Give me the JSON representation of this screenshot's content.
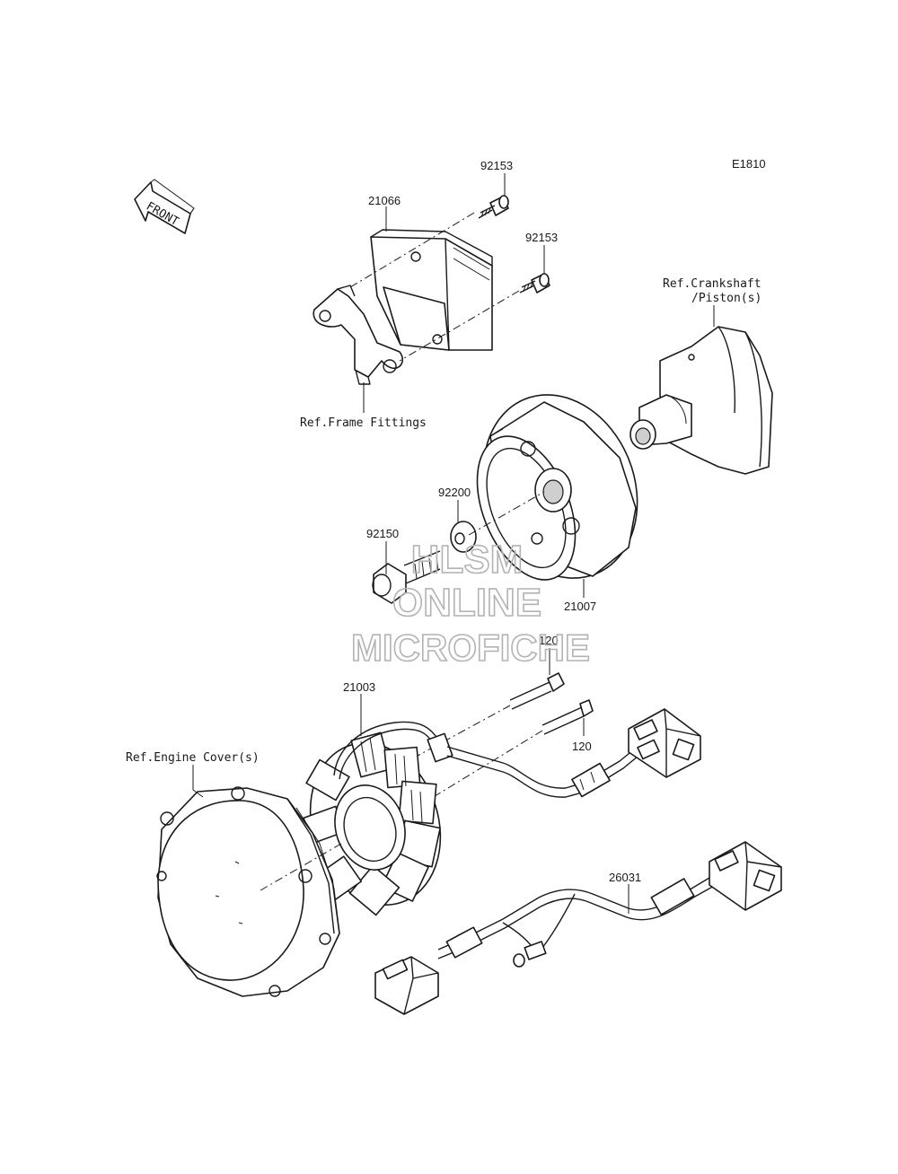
{
  "diagram": {
    "code": "E1810",
    "direction_indicator": "FRONT",
    "watermark": {
      "line1": "HLSM",
      "line2": "ONLINE",
      "line3": "MICROFICHE"
    },
    "labels": {
      "bolt_upper": "92153",
      "bolt_lower": "92153",
      "regulator": "21066",
      "frame_ref": "Ref.Frame Fittings",
      "crank_ref_line1": "Ref.Crankshaft",
      "crank_ref_line2": "/Piston(s)",
      "washer": "92200",
      "flywheel_bolt": "92150",
      "rotor": "21007",
      "bolt_120_upper": "120",
      "bolt_120_lower": "120",
      "stator": "21003",
      "engine_cover_ref": "Ref.Engine Cover(s)",
      "harness": "26031"
    }
  }
}
